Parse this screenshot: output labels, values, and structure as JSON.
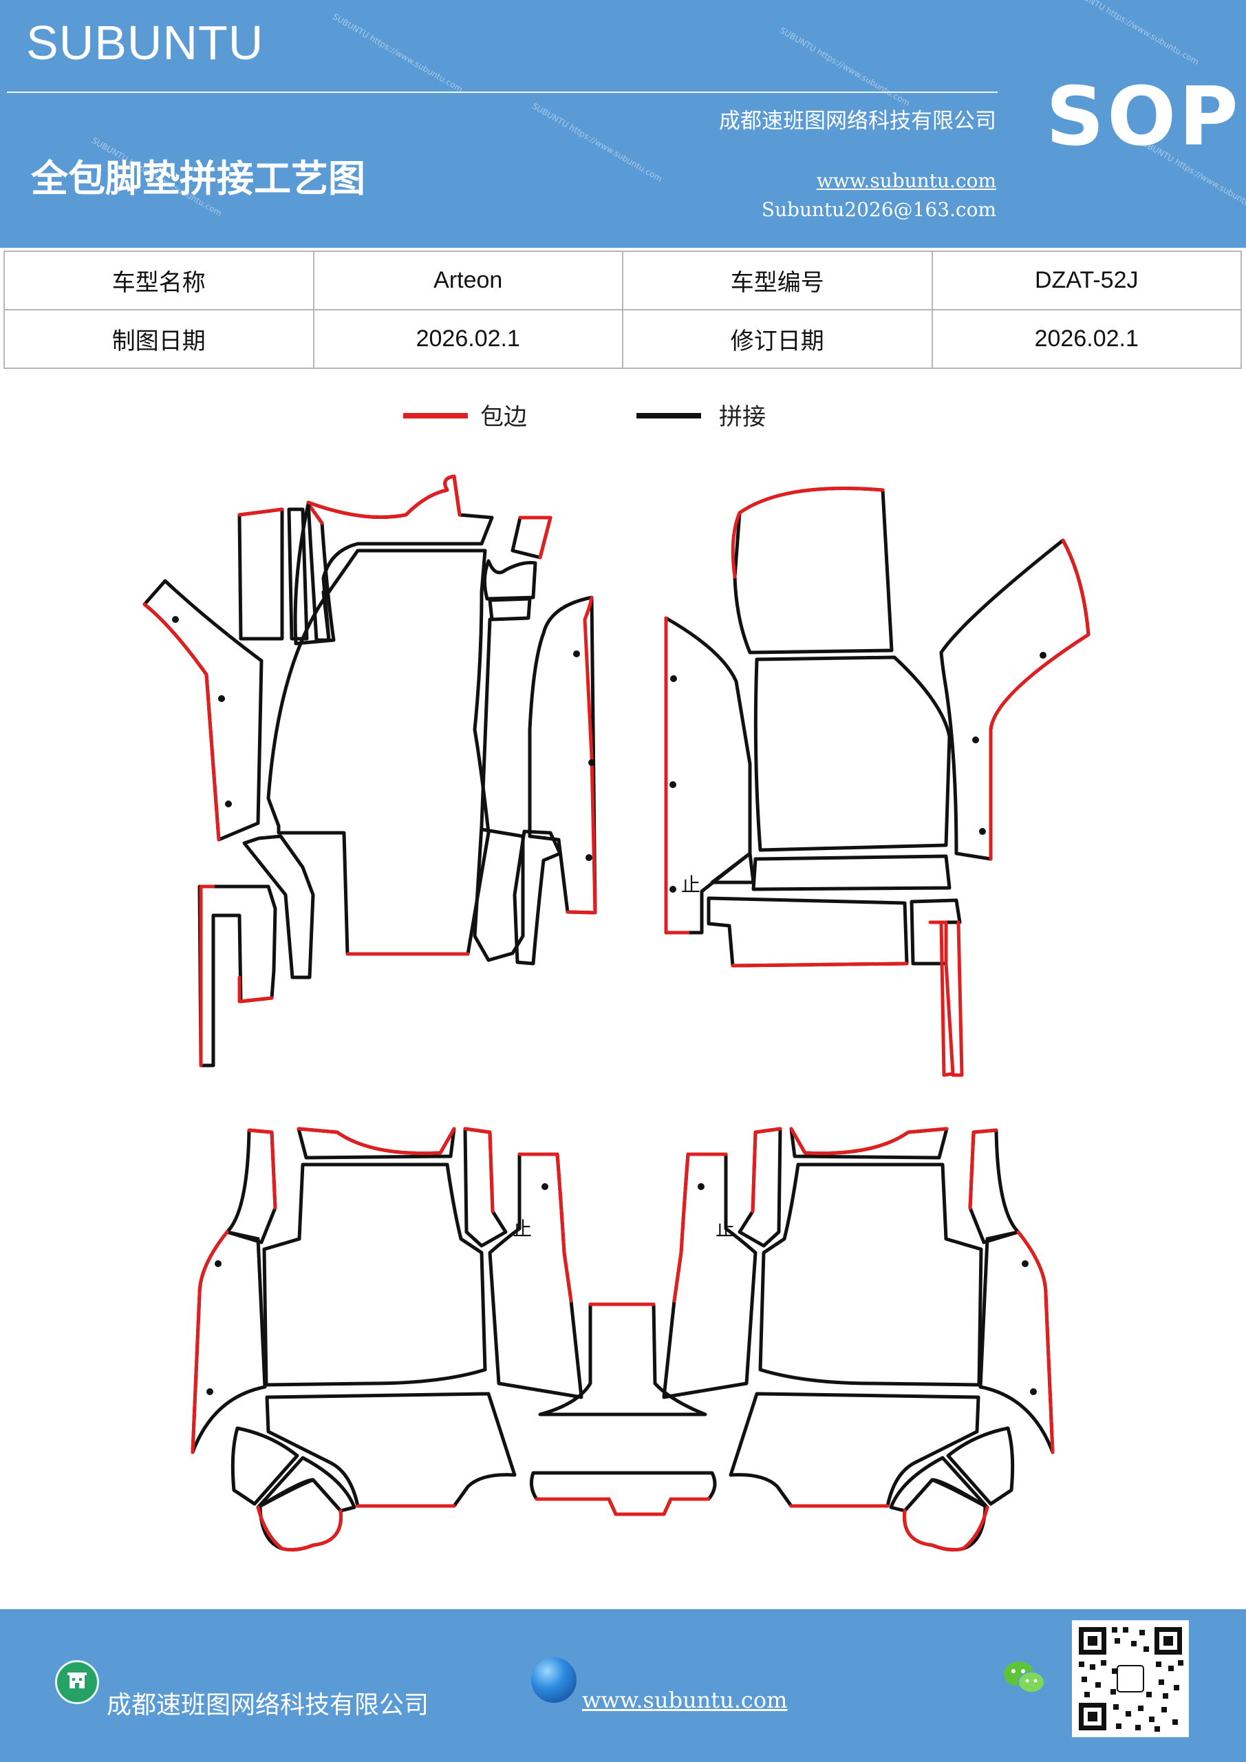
{
  "header": {
    "brand": "SUBUNTU",
    "badge": "SOP",
    "company": "成都速班图网络科技有限公司",
    "title": "全包脚垫拼接工艺图",
    "website": "www.subuntu.com",
    "email": "Subuntu2026@163.com",
    "watermark": "SUBUNTU https://www.subuntu.com"
  },
  "info": {
    "model_name_label": "车型名称",
    "model_name": "Arteon",
    "model_code_label": "车型编号",
    "model_code": "DZAT-52J",
    "draw_date_label": "制图日期",
    "draw_date": "2026.02.1",
    "revise_date_label": "修订日期",
    "revise_date": "2026.02.1"
  },
  "legend": {
    "edge_label": "包边",
    "edge_color": "#e02020",
    "join_label": "拼接",
    "join_color": "#111111"
  },
  "diagram": {
    "stop_mark": "止"
  },
  "footer": {
    "company": "成都速班图网络科技有限公司",
    "website": "www.subuntu.com",
    "icons": [
      "building-icon",
      "globe-icon",
      "wechat-icon",
      "qr-code"
    ]
  }
}
